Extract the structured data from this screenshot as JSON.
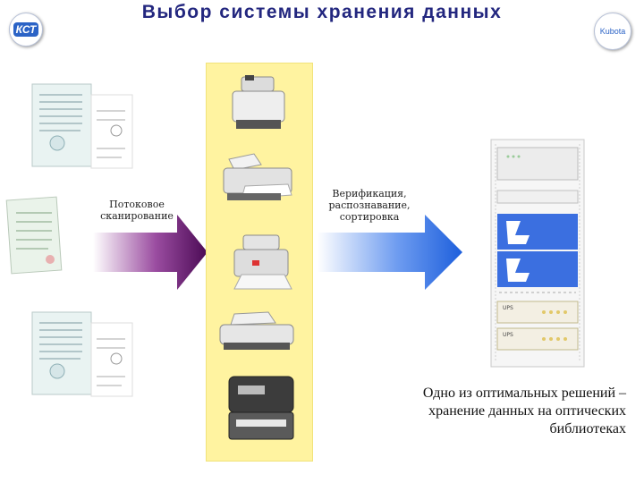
{
  "title": "Выбор системы хранения данных",
  "logos": {
    "left": "КСТ",
    "right": "Kubota"
  },
  "labels": {
    "scan": [
      "Потоковое",
      "сканирование"
    ],
    "verify": [
      "Верификация,",
      "распознавание,",
      "сортировка"
    ]
  },
  "caption": [
    "Одно из оптимальных решений –",
    "хранение данных на оптических",
    "библиотеках"
  ],
  "rack_units": [
    "UPS",
    "UPS"
  ],
  "colors": {
    "title": "#23277f",
    "arrow_purple": "#5a0f5e",
    "arrow_blue": "#2d6fe0",
    "strip": "#fff3a0"
  }
}
